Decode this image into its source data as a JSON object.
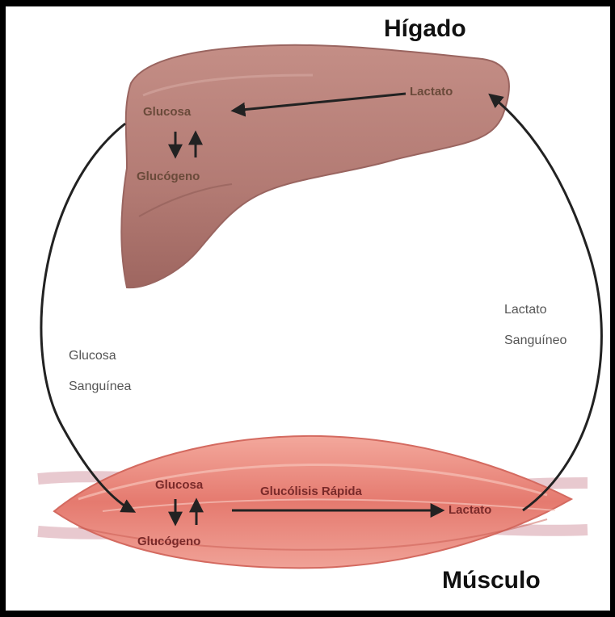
{
  "organs": {
    "liver": {
      "title": "Hígado",
      "glucose": "Glucosa",
      "glycogen": "Glucógeno",
      "lactate": "Lactato"
    },
    "muscle": {
      "title": "Músculo",
      "glucose": "Glucosa",
      "glycogen": "Glucógeno",
      "lactate": "Lactato",
      "process": "Glucólisis Rápida"
    }
  },
  "blood": {
    "glucose_line1": "Glucosa",
    "glucose_line2": "Sanguínea",
    "lactate_line1": "Lactato",
    "lactate_line2": "Sanguíneo"
  },
  "colors": {
    "liver_fill": "#b9807a",
    "liver_shade": "#9a6560",
    "muscle_fill": "#e9837a",
    "muscle_light": "#f5b3a8",
    "tendon": "#e8c9cf",
    "arrow": "#222222",
    "background": "#ffffff",
    "frame": "#000000"
  }
}
